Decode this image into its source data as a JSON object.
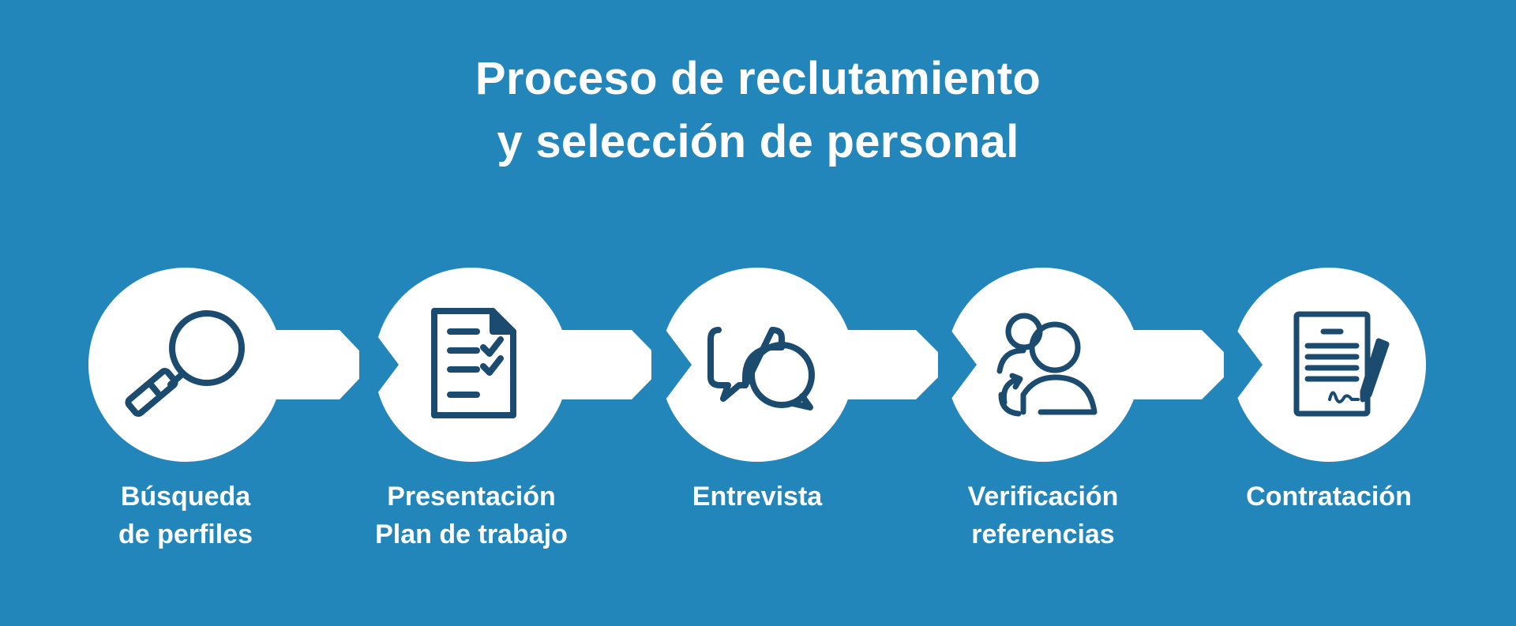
{
  "title": {
    "line1": "Proceso de reclutamiento",
    "line2": "y selección de personal"
  },
  "steps": [
    {
      "icon": "magnifying-glass-icon",
      "label_lines": [
        "Búsqueda",
        "de perfiles"
      ]
    },
    {
      "icon": "checklist-document-icon",
      "label_lines": [
        "Presentación",
        "Plan de trabajo"
      ]
    },
    {
      "icon": "speech-bubbles-icon",
      "label_lines": [
        "Entrevista"
      ]
    },
    {
      "icon": "people-refresh-icon",
      "label_lines": [
        "Verificación",
        "referencias"
      ]
    },
    {
      "icon": "signed-contract-icon",
      "label_lines": [
        "Contratación"
      ]
    }
  ],
  "colors": {
    "background": "#2286ba",
    "shape_fill": "#ffffff",
    "icon_stroke": "#1b4b6e",
    "text": "#ffffff"
  }
}
